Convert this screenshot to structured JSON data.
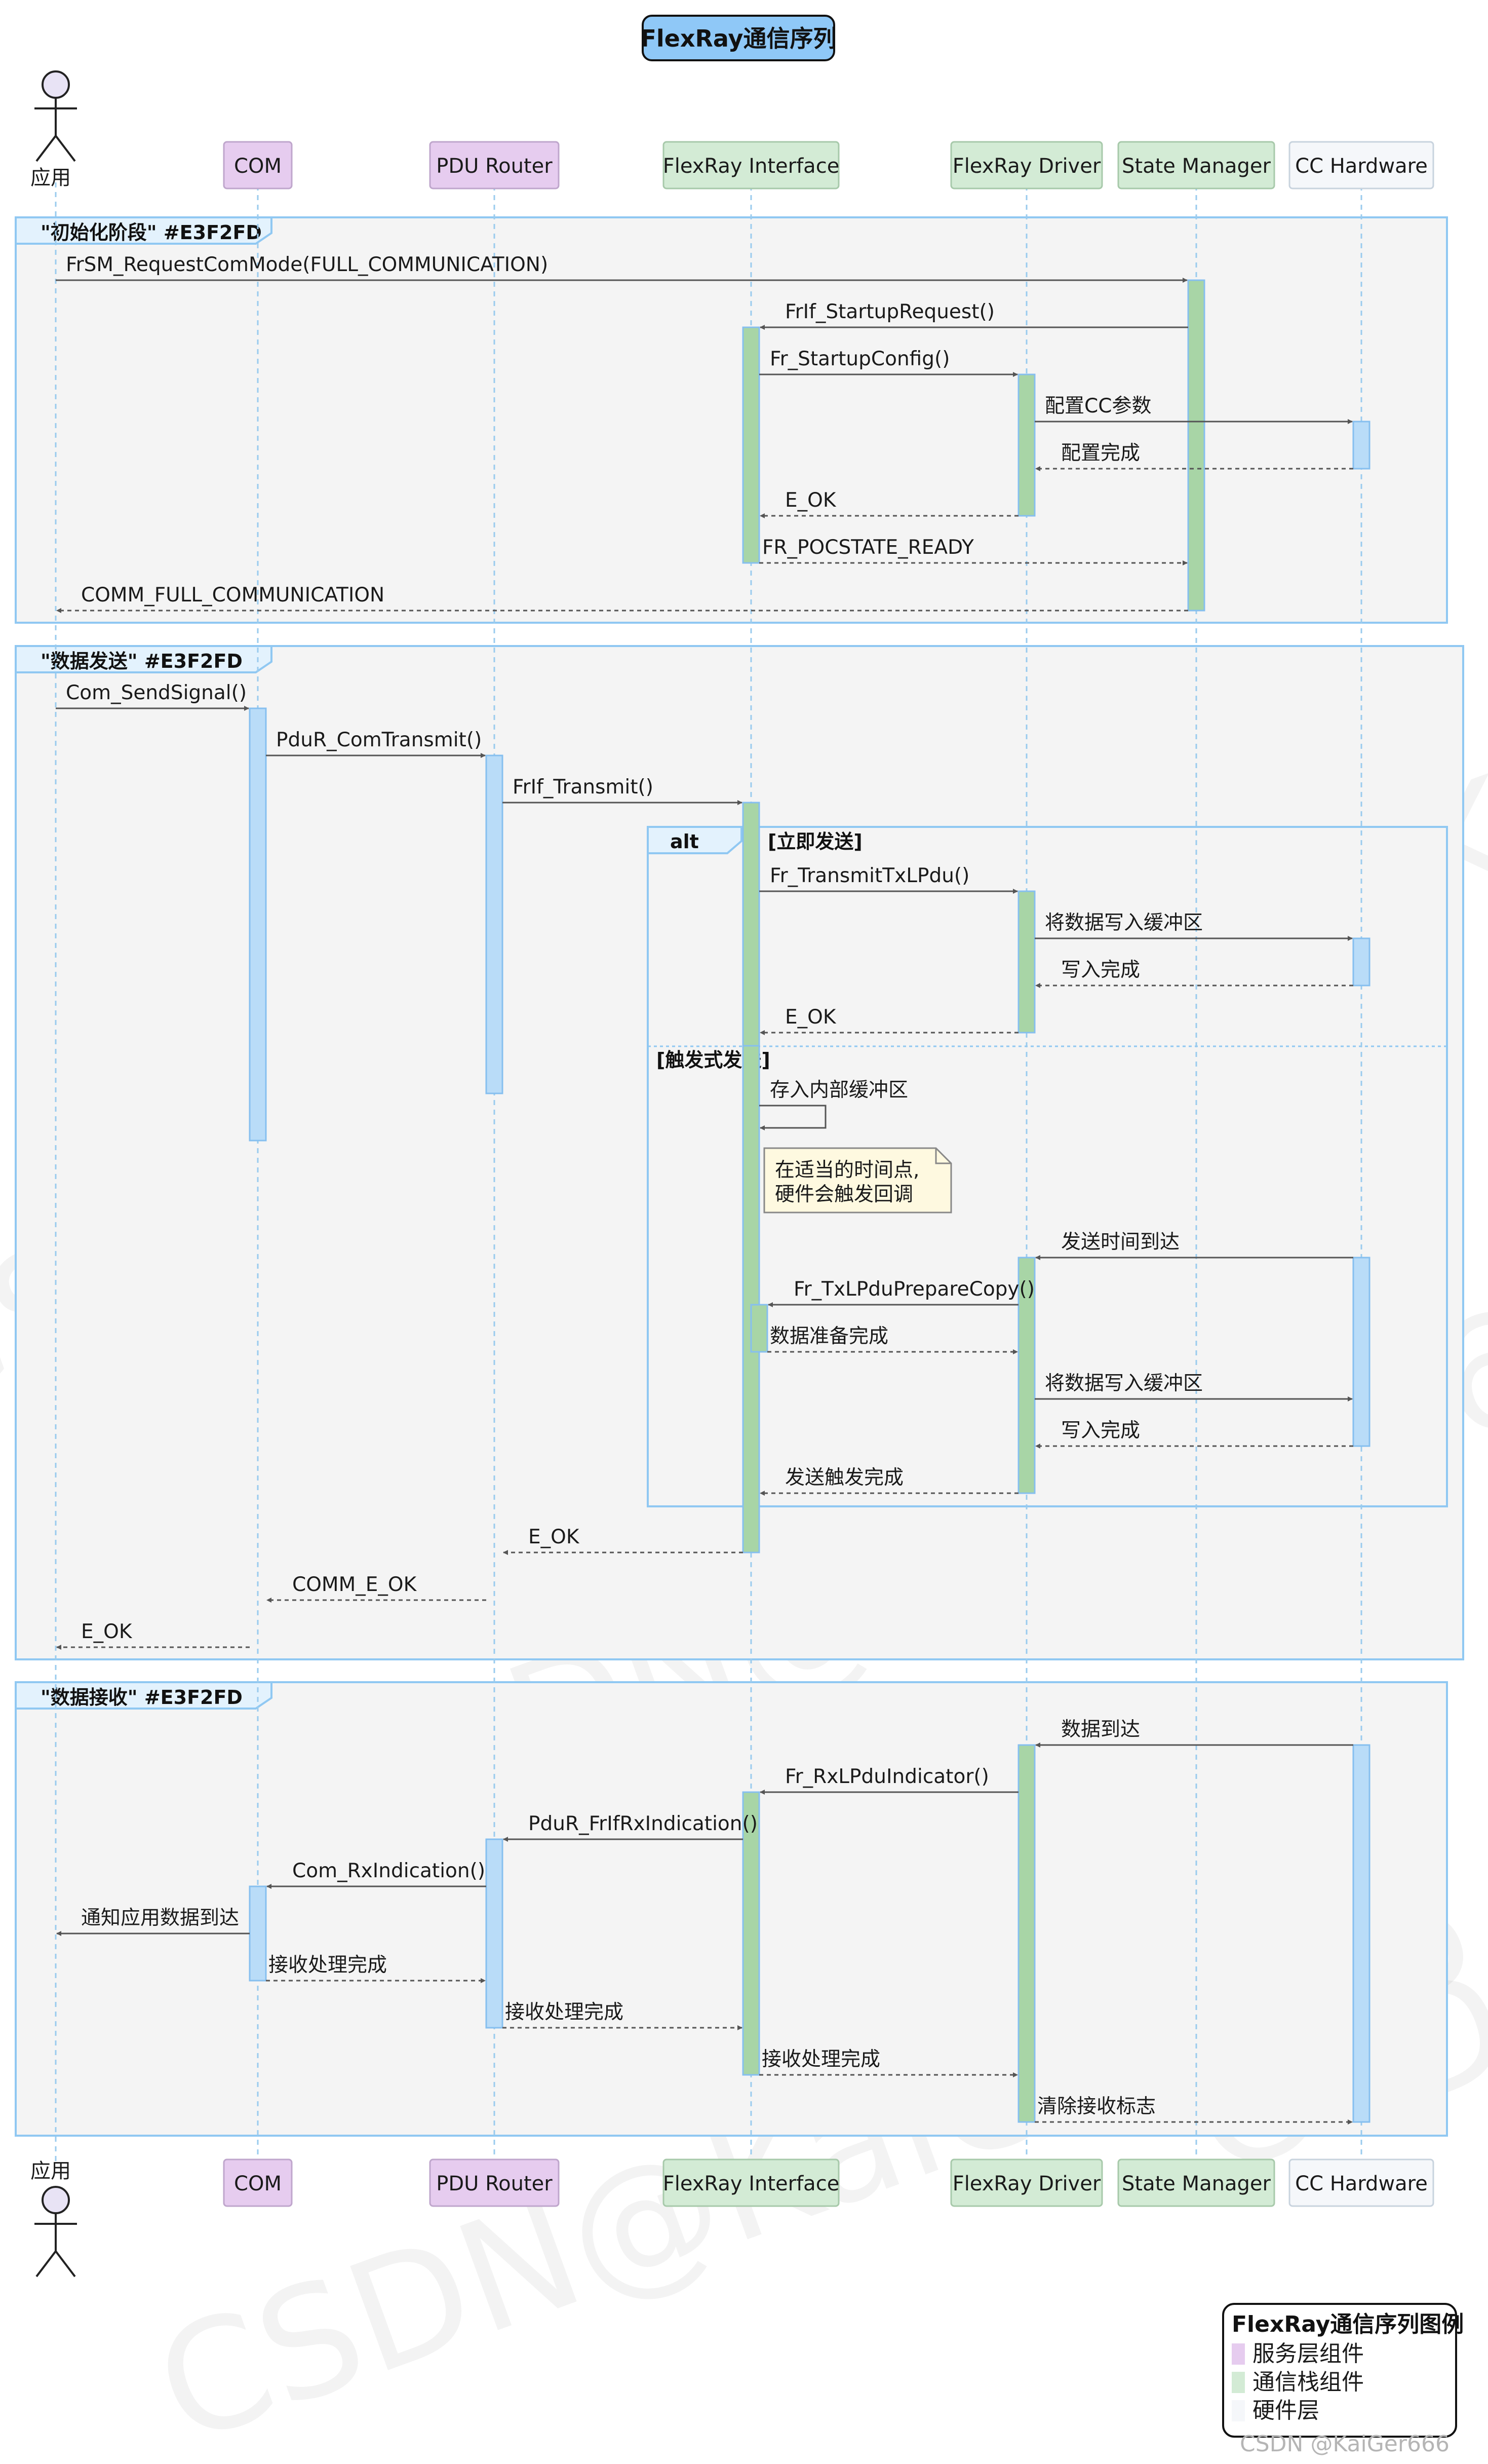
{
  "title": "FlexRay通信序列",
  "actor": "应用",
  "participants": [
    {
      "id": "com",
      "label": "COM",
      "color": "#E6CCEF"
    },
    {
      "id": "pdur",
      "label": "PDU Router",
      "color": "#E6CCEF"
    },
    {
      "id": "frif",
      "label": "FlexRay Interface",
      "color": "#D3EBD5"
    },
    {
      "id": "frdrv",
      "label": "FlexRay Driver",
      "color": "#D3EBD5"
    },
    {
      "id": "sm",
      "label": "State Manager",
      "color": "#D3EBD5"
    },
    {
      "id": "cc",
      "label": "CC Hardware",
      "color": "#F5F7FA"
    }
  ],
  "groups": [
    {
      "label": "\"初始化阶段\" #E3F2FD"
    },
    {
      "label": "\"数据发送\" #E3F2FD"
    },
    {
      "label": "\"数据接收\" #E3F2FD"
    }
  ],
  "alt": {
    "keyword": "alt",
    "branch1": "[立即发送]",
    "branch2": "[触发式发送]"
  },
  "note": {
    "line1": "在适当的时间点,",
    "line2": "硬件会触发回调"
  },
  "messages": [
    {
      "text": "FrSM_RequestComMode(FULL_COMMUNICATION)"
    },
    {
      "text": "FrIf_StartupRequest()"
    },
    {
      "text": "Fr_StartupConfig()"
    },
    {
      "text": "配置CC参数"
    },
    {
      "text": "配置完成"
    },
    {
      "text": "E_OK"
    },
    {
      "text": "FR_POCSTATE_READY"
    },
    {
      "text": "COMM_FULL_COMMUNICATION"
    },
    {
      "text": "Com_SendSignal()"
    },
    {
      "text": "PduR_ComTransmit()"
    },
    {
      "text": "FrIf_Transmit()"
    },
    {
      "text": "Fr_TransmitTxLPdu()"
    },
    {
      "text": "将数据写入缓冲区"
    },
    {
      "text": "写入完成"
    },
    {
      "text": "E_OK"
    },
    {
      "text": "存入内部缓冲区"
    },
    {
      "text": "发送时间到达"
    },
    {
      "text": "Fr_TxLPduPrepareCopy()"
    },
    {
      "text": "数据准备完成"
    },
    {
      "text": "将数据写入缓冲区"
    },
    {
      "text": "写入完成"
    },
    {
      "text": "发送触发完成"
    },
    {
      "text": "E_OK"
    },
    {
      "text": "COMM_E_OK"
    },
    {
      "text": "E_OK"
    },
    {
      "text": "数据到达"
    },
    {
      "text": "Fr_RxLPduIndicator()"
    },
    {
      "text": "PduR_FrIfRxIndication()"
    },
    {
      "text": "Com_RxIndication()"
    },
    {
      "text": "通知应用数据到达"
    },
    {
      "text": "接收处理完成"
    },
    {
      "text": "接收处理完成"
    },
    {
      "text": "接收处理完成"
    },
    {
      "text": "清除接收标志"
    }
  ],
  "legend": {
    "title": "FlexRay通信序列图例",
    "items": [
      {
        "label": "服务层组件",
        "color": "#E6CCEF"
      },
      {
        "label": "通信栈组件",
        "color": "#D3EBD5"
      },
      {
        "label": "硬件层",
        "color": "#F5F7FA"
      }
    ]
  },
  "watermark": "CSDN @KaiGer666"
}
